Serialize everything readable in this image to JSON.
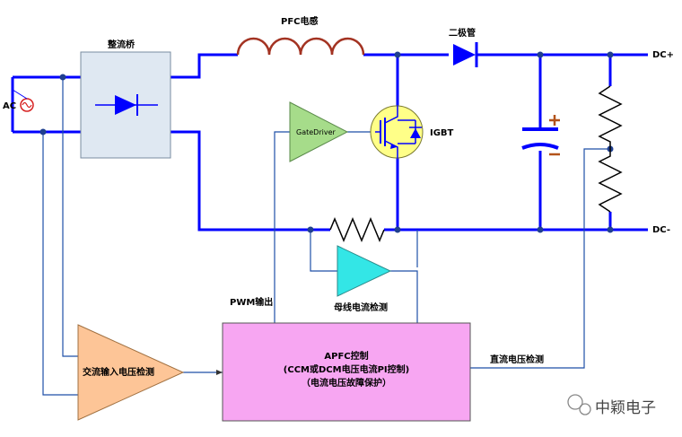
{
  "labels": {
    "pfc_inductor": "PFC电感",
    "bridge": "整流桥",
    "diode": "二极管",
    "dc_plus": "DC+",
    "dc_minus": "DC-",
    "ac": "AC",
    "gate_driver": "GateDriver",
    "igbt": "IGBT",
    "pwm_out": "PWM输出",
    "bus_current": "母线电流检测",
    "ac_voltage": "交流输入电压检测",
    "dc_voltage": "直流电压检测",
    "apfc_line1": "APFC控制",
    "apfc_line2": "(CCM或DCM电压电流PI控制)",
    "apfc_line3": "（电流电压故障保护）",
    "watermark": "中颖电子"
  },
  "colors": {
    "wire": "#0000ff",
    "thin_wire": "#1f4fa8",
    "inductor": "#a33322",
    "bridge_fill": "#dfe8f2",
    "gate_fill": "#a6dc8a",
    "igbt_fill": "#ffff88",
    "cs_amp_fill": "#33e6e6",
    "ac_amp_fill": "#fdc597",
    "apfc_fill": "#f7a6f2",
    "cap_plus": "#b3531a"
  }
}
